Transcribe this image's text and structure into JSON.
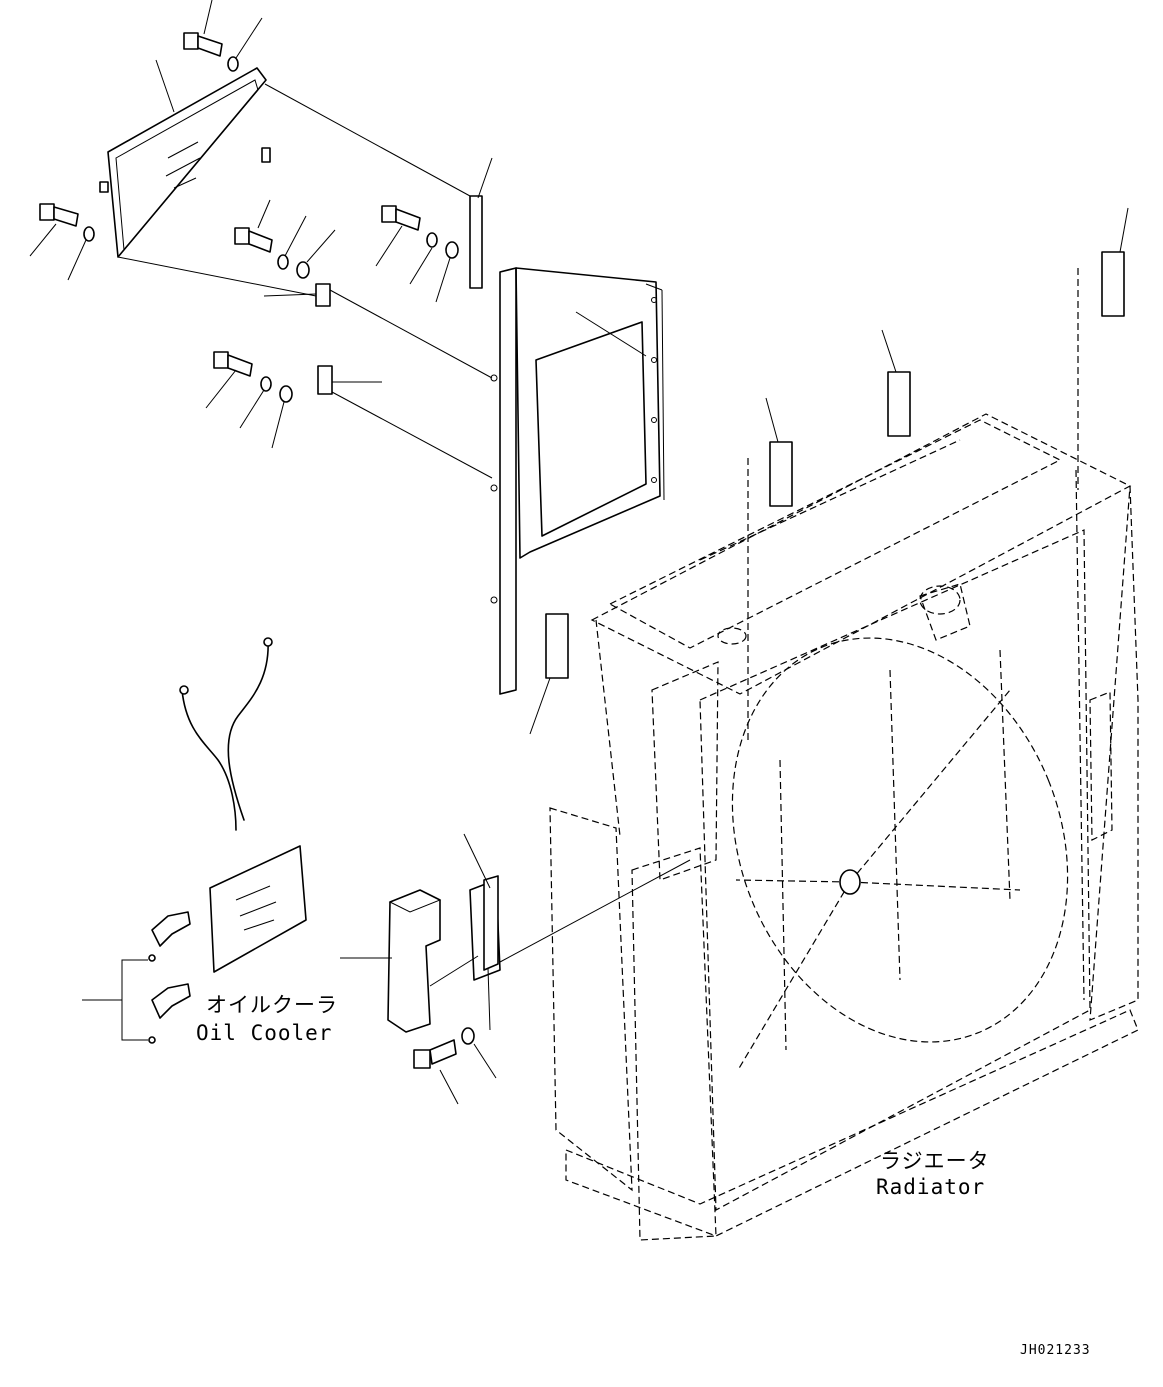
{
  "labels": {
    "oil_cooler_jp": "オイルクーラ",
    "oil_cooler_en": "Oil Cooler",
    "radiator_jp": "ラジエータ",
    "radiator_en": "Radiator"
  },
  "drawing_code": "JH021233",
  "colors": {
    "line": "#000000",
    "background": "#ffffff"
  }
}
